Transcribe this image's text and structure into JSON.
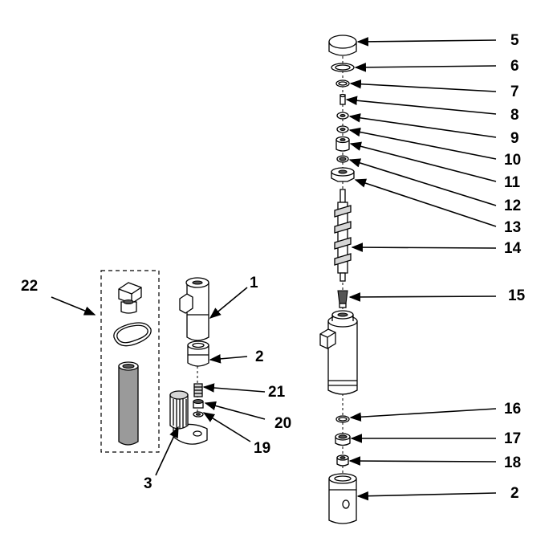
{
  "callouts": {
    "c1": "1",
    "c2a": "2",
    "c2b": "2",
    "c3": "3",
    "c5": "5",
    "c6": "6",
    "c7": "7",
    "c8": "8",
    "c9": "9",
    "c10": "10",
    "c11": "11",
    "c12": "12",
    "c13": "13",
    "c14": "14",
    "c15": "15",
    "c16": "16",
    "c17": "17",
    "c18": "18",
    "c19": "19",
    "c20": "20",
    "c21": "21",
    "c22": "22"
  }
}
